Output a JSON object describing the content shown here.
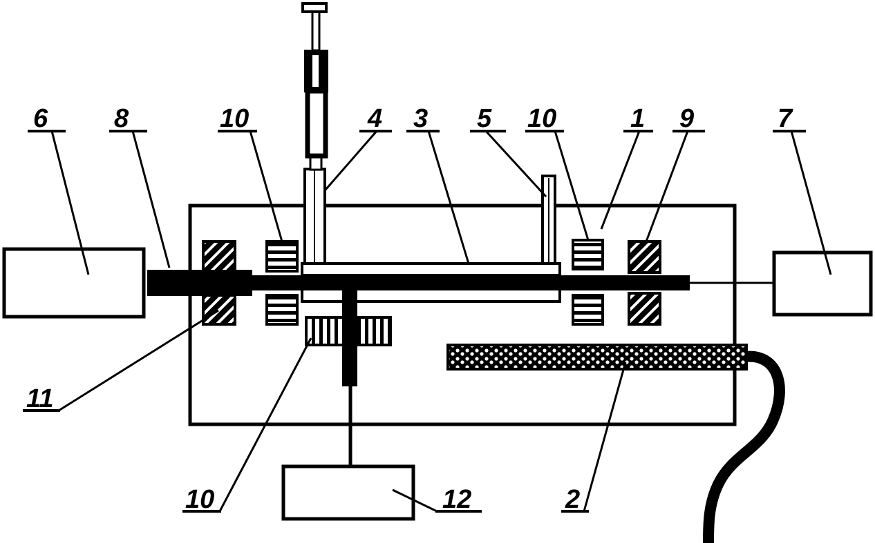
{
  "labels": {
    "l6": "6",
    "l8": "8",
    "l10a": "10",
    "l4": "4",
    "l3": "3",
    "l5": "5",
    "l10b": "10",
    "l1": "1",
    "l9": "9",
    "l7": "7",
    "l11": "11",
    "l10c": "10",
    "l12": "12",
    "l2": "2"
  },
  "colors": {
    "stroke": "#000000",
    "background": "#ffffff"
  }
}
